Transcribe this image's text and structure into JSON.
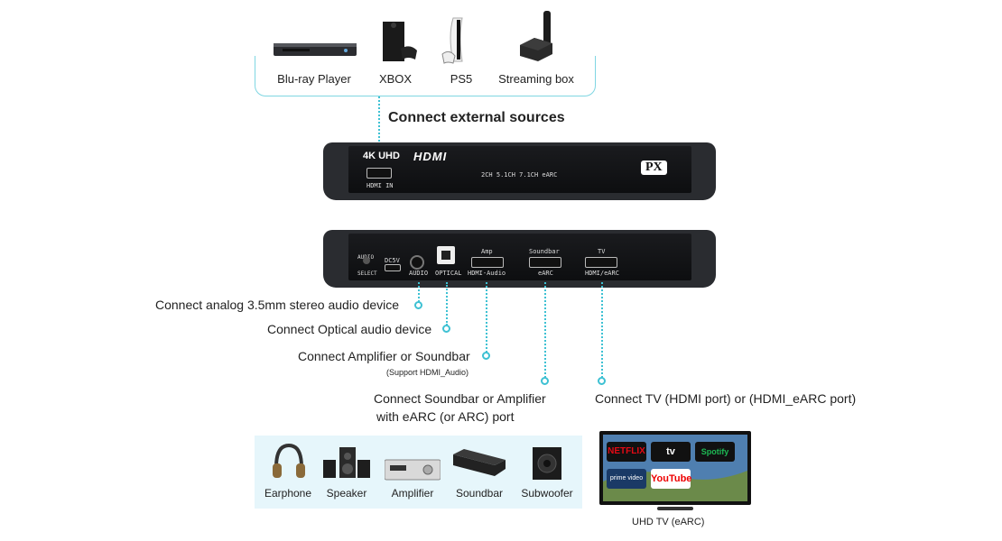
{
  "sources": {
    "items": [
      {
        "label": "Blu-ray Player",
        "icon": "blu-ray-player-icon"
      },
      {
        "label": "XBOX",
        "icon": "xbox-console-icon"
      },
      {
        "label": "PS5",
        "icon": "ps5-console-icon"
      },
      {
        "label": "Streaming box",
        "icon": "streaming-box-icon"
      }
    ],
    "caption": "Connect external sources"
  },
  "front_panel": {
    "uhd": "4K UHD",
    "hdmi": "HDMI",
    "modes": "2CH   5.1CH  7.1CH  eARC",
    "port_label": "HDMI IN",
    "brand": "PX"
  },
  "back_panel": {
    "audio_select": "AUDIO SELECT",
    "dc": "DC5V",
    "audio": "AUDIO",
    "optical": "OPTICAL",
    "amp_top": "Amp",
    "amp_bottom": "HDMI-Audio",
    "soundbar_top": "Soundbar",
    "soundbar_bottom": "eARC",
    "tv_top": "TV",
    "tv_bottom": "HDMI/eARC"
  },
  "callouts": {
    "analog": "Connect analog 3.5mm stereo audio device",
    "optical": "Connect Optical audio device",
    "amp": "Connect Amplifier or Soundbar",
    "amp_note": "(Support HDMI_Audio)",
    "earc_line1": "Connect Soundbar or Amplifier",
    "earc_line2": "with eARC (or ARC) port",
    "tv": "Connect TV (HDMI port) or (HDMI_eARC port)"
  },
  "outputs": {
    "items": [
      {
        "label": "Earphone",
        "icon": "earphone-icon"
      },
      {
        "label": "Speaker",
        "icon": "speaker-icon"
      },
      {
        "label": "Amplifier",
        "icon": "amplifier-icon"
      },
      {
        "label": "Soundbar",
        "icon": "soundbar-icon"
      },
      {
        "label": "Subwoofer",
        "icon": "subwoofer-icon"
      }
    ]
  },
  "tv": {
    "caption": "UHD TV (eARC)",
    "apps": [
      "NETFLIX",
      "tv",
      "Spotify",
      "prime video",
      "YouTube"
    ]
  },
  "colors": {
    "accent": "#3ec1d3",
    "output_bg": "#e6f6fb",
    "device_body": "#2a2c30"
  }
}
